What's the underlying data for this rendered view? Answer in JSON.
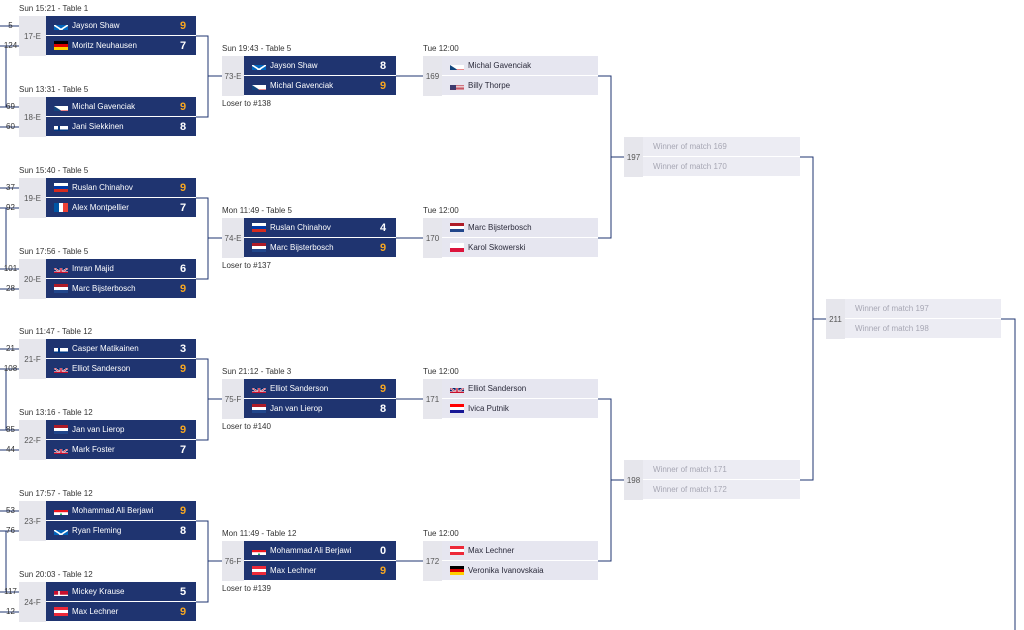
{
  "colors": {
    "row_bg": "#1f3470",
    "win": "#f5a623",
    "light_row": "#e6e6f0",
    "label_bg": "#e6e6ec",
    "line": "#1f3470"
  },
  "round1": [
    {
      "label": "Sun 15:21 - Table 1",
      "mid": "17-E",
      "players": [
        {
          "seed": "5",
          "name": "Jayson Shaw",
          "flag": "sco",
          "score": "9",
          "win": true
        },
        {
          "seed": "124",
          "name": "Moritz Neuhausen",
          "flag": "ger",
          "score": "7",
          "win": false
        }
      ]
    },
    {
      "label": "Sun 13:31 - Table 5",
      "mid": "18-E",
      "players": [
        {
          "seed": "69",
          "name": "Michal Gavenciak",
          "flag": "cze",
          "score": "9",
          "win": true
        },
        {
          "seed": "60",
          "name": "Jani Siekkinen",
          "flag": "fin",
          "score": "8",
          "win": false
        }
      ]
    },
    {
      "label": "Sun 15:40 - Table 5",
      "mid": "19-E",
      "players": [
        {
          "seed": "37",
          "name": "Ruslan Chinahov",
          "flag": "rus",
          "score": "9",
          "win": true
        },
        {
          "seed": "92",
          "name": "Alex Montpellier",
          "flag": "fra",
          "score": "7",
          "win": false
        }
      ]
    },
    {
      "label": "Sun 17:56 - Table 5",
      "mid": "20-E",
      "players": [
        {
          "seed": "101",
          "name": "Imran Majid",
          "flag": "gbr",
          "score": "6",
          "win": false
        },
        {
          "seed": "28",
          "name": "Marc Bijsterbosch",
          "flag": "ned",
          "score": "9",
          "win": true
        }
      ]
    },
    {
      "label": "Sun 11:47 - Table 12",
      "mid": "21-F",
      "players": [
        {
          "seed": "21",
          "name": "Casper Matikainen",
          "flag": "fin",
          "score": "3",
          "win": false
        },
        {
          "seed": "108",
          "name": "Elliot Sanderson",
          "flag": "gbr",
          "score": "9",
          "win": true
        }
      ]
    },
    {
      "label": "Sun 13:16 - Table 12",
      "mid": "22-F",
      "players": [
        {
          "seed": "85",
          "name": "Jan van Lierop",
          "flag": "ned",
          "score": "9",
          "win": true
        },
        {
          "seed": "44",
          "name": "Mark Foster",
          "flag": "gbr",
          "score": "7",
          "win": false
        }
      ]
    },
    {
      "label": "Sun 17:57 - Table 12",
      "mid": "23-F",
      "players": [
        {
          "seed": "53",
          "name": "Mohammad Ali Berjawi",
          "flag": "lbn",
          "score": "9",
          "win": true
        },
        {
          "seed": "76",
          "name": "Ryan Fleming",
          "flag": "sco",
          "score": "8",
          "win": false
        }
      ]
    },
    {
      "label": "Sun 20:03 - Table 12",
      "mid": "24-F",
      "players": [
        {
          "seed": "117",
          "name": "Mickey Krause",
          "flag": "den",
          "score": "5",
          "win": false
        },
        {
          "seed": "12",
          "name": "Max Lechner",
          "flag": "aut",
          "score": "9",
          "win": true
        }
      ]
    }
  ],
  "round2": [
    {
      "label": "Sun 19:43 - Table 5",
      "mid": "73-E",
      "loser": "Loser to #138",
      "players": [
        {
          "name": "Jayson Shaw",
          "flag": "sco",
          "score": "8",
          "win": false
        },
        {
          "name": "Michal Gavenciak",
          "flag": "cze",
          "score": "9",
          "win": true
        }
      ]
    },
    {
      "label": "Mon 11:49 - Table 5",
      "mid": "74-E",
      "loser": "Loser to #137",
      "players": [
        {
          "name": "Ruslan Chinahov",
          "flag": "rus",
          "score": "4",
          "win": false
        },
        {
          "name": "Marc Bijsterbosch",
          "flag": "ned",
          "score": "9",
          "win": true
        }
      ]
    },
    {
      "label": "Sun 21:12 - Table 3",
      "mid": "75-F",
      "loser": "Loser to #140",
      "players": [
        {
          "name": "Elliot Sanderson",
          "flag": "gbr",
          "score": "9",
          "win": true
        },
        {
          "name": "Jan van Lierop",
          "flag": "ned",
          "score": "8",
          "win": false
        }
      ]
    },
    {
      "label": "Mon 11:49 - Table 12",
      "mid": "76-F",
      "loser": "Loser to #139",
      "players": [
        {
          "name": "Mohammad Ali Berjawi",
          "flag": "lbn",
          "score": "0",
          "win": false
        },
        {
          "name": "Max Lechner",
          "flag": "aut",
          "score": "9",
          "win": true
        }
      ]
    }
  ],
  "round3": [
    {
      "label": "Tue 12:00",
      "mid": "169",
      "players": [
        {
          "name": "Michal Gavenciak",
          "flag": "cze"
        },
        {
          "name": "Billy Thorpe",
          "flag": "usa"
        }
      ]
    },
    {
      "label": "Tue 12:00",
      "mid": "170",
      "players": [
        {
          "name": "Marc Bijsterbosch",
          "flag": "ned"
        },
        {
          "name": "Karol Skowerski",
          "flag": "pol"
        }
      ]
    },
    {
      "label": "Tue 12:00",
      "mid": "171",
      "players": [
        {
          "name": "Elliot Sanderson",
          "flag": "gbr"
        },
        {
          "name": "Ivica Putnik",
          "flag": "cro"
        }
      ]
    },
    {
      "label": "Tue 12:00",
      "mid": "172",
      "players": [
        {
          "name": "Max Lechner",
          "flag": "aut"
        },
        {
          "name": "Veronika Ivanovskaia",
          "flag": "ger"
        }
      ]
    }
  ],
  "round4": [
    {
      "mid": "197",
      "players": [
        "Winner of match 169",
        "Winner of match 170"
      ]
    },
    {
      "mid": "198",
      "players": [
        "Winner of match 171",
        "Winner of match 172"
      ]
    }
  ],
  "round5": [
    {
      "mid": "211",
      "players": [
        "Winner of match 197",
        "Winner of match 198"
      ]
    }
  ]
}
